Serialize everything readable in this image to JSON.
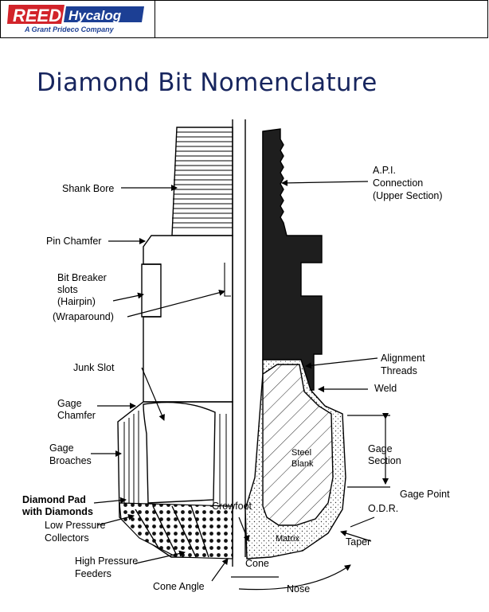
{
  "header": {
    "logo_brand": "REED",
    "logo_name": "Hycalog",
    "logo_tagline": "A Grant Prideco Company",
    "logo_red": "#d2232a",
    "logo_blue": "#1c3f94"
  },
  "title": "Diamond Bit Nomenclature",
  "labels": {
    "shank_bore": "Shank Bore",
    "pin_chamfer": "Pin Chamfer",
    "bit_breaker_1": "Bit Breaker",
    "bit_breaker_2": "slots",
    "bit_breaker_3": "(Hairpin)",
    "wraparound": "(Wraparound)",
    "junk_slot": "Junk Slot",
    "gage_chamfer_1": "Gage",
    "gage_chamfer_2": "Chamfer",
    "gage_broaches_1": "Gage",
    "gage_broaches_2": "Broaches",
    "diamond_pad_1": "Diamond Pad",
    "diamond_pad_2": "with Diamonds",
    "low_pressure_1": "Low Pressure",
    "low_pressure_2": "Collectors",
    "high_pressure_1": "High Pressure",
    "high_pressure_2": "Feeders",
    "cone_angle": "Cone Angle",
    "crowfoot": "Crowfoot",
    "cone": "Cone",
    "nose": "Nose",
    "taper": "Taper",
    "odr": "O.D.R.",
    "gage_point": "Gage Point",
    "gage_section_1": "Gage",
    "gage_section_2": "Section",
    "weld": "Weld",
    "alignment_1": "Alignment",
    "alignment_2": "Threads",
    "api_1": "A.P.I.",
    "api_2": "Connection",
    "api_3": "(Upper Section)",
    "steel_blank_1": "Steel",
    "steel_blank_2": "Blank",
    "matrix": "Matrix"
  }
}
